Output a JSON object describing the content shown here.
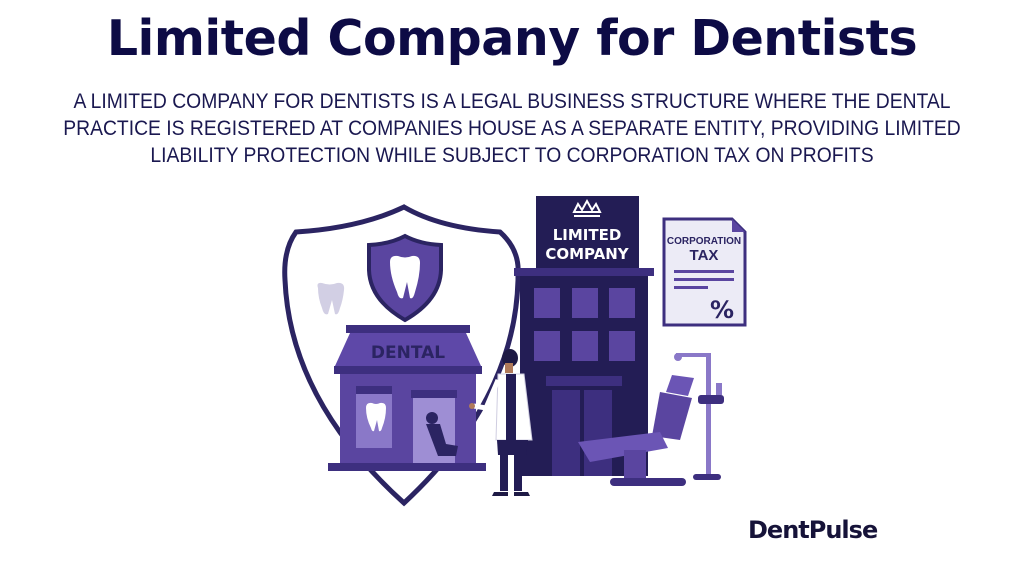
{
  "header": {
    "title": "Limited Company for Dentists",
    "description": "A LIMITED COMPANY FOR DENTISTS IS A LEGAL BUSINESS STRUCTURE WHERE THE DENTAL PRACTICE IS REGISTERED AT COMPANIES HOUSE AS A SEPARATE ENTITY, PROVIDING LIMITED LIABILITY PROTECTION WHILE SUBJECT TO CORPORATION TAX ON PROFITS"
  },
  "illustration": {
    "dental_sign": "DENTAL",
    "company_sign_line1": "LIMITED",
    "company_sign_line2": "COMPANY",
    "tax_doc_line1": "CORPORATION",
    "tax_doc_line2": "TAX",
    "tax_symbol": "%",
    "icons": [
      "shield-icon",
      "tooth-icon",
      "crown-icon",
      "document-icon",
      "dentist-figure",
      "dental-chair-icon"
    ]
  },
  "brand": {
    "logo_text": "DentPulse"
  },
  "colors": {
    "title": "#0d0b45",
    "dark_navy": "#231d55",
    "purple": "#5a45a0",
    "light_purple": "#8a78c8",
    "pale": "#ecebf6"
  }
}
